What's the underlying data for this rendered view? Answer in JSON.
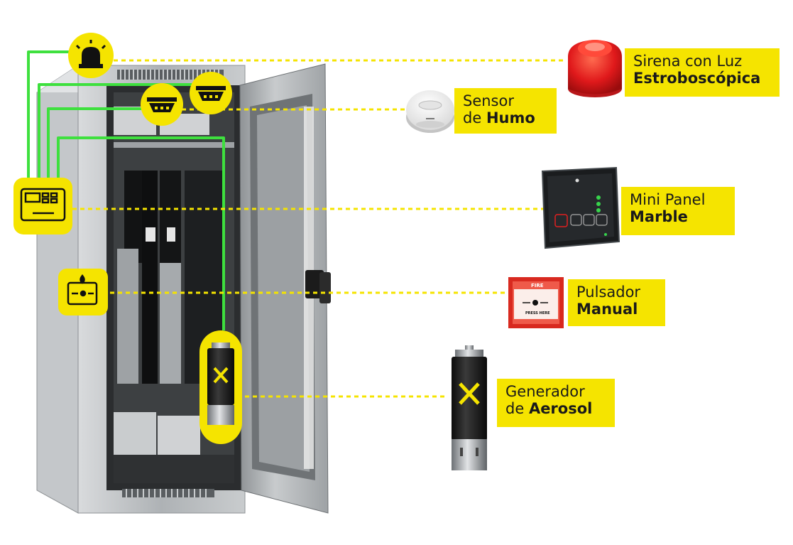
{
  "labels": {
    "sirena": {
      "line1": "Sirena con Luz",
      "line2": "Estroboscópica"
    },
    "humo": {
      "line1_prefix": "Sensor",
      "line2_prefix": "de ",
      "line2_bold": "Humo"
    },
    "panel": {
      "line1": "Mini Panel",
      "line2": "Marble"
    },
    "pulsador": {
      "line1": "Pulsador",
      "line2": "Manual"
    },
    "aerosol": {
      "line1": "Generador",
      "line2_prefix": "de ",
      "line2_bold": "Aerosol"
    }
  },
  "device_text": {
    "pulsador_header": "FIRE",
    "pulsador_footer": "PRESS HERE"
  },
  "colors": {
    "accent_yellow": "#f5e400",
    "wire_green": "#3ee03e",
    "siren_red": "#e0191b",
    "call_point_red": "#d8291f",
    "cabinet_grey": "#b9bcbf"
  }
}
